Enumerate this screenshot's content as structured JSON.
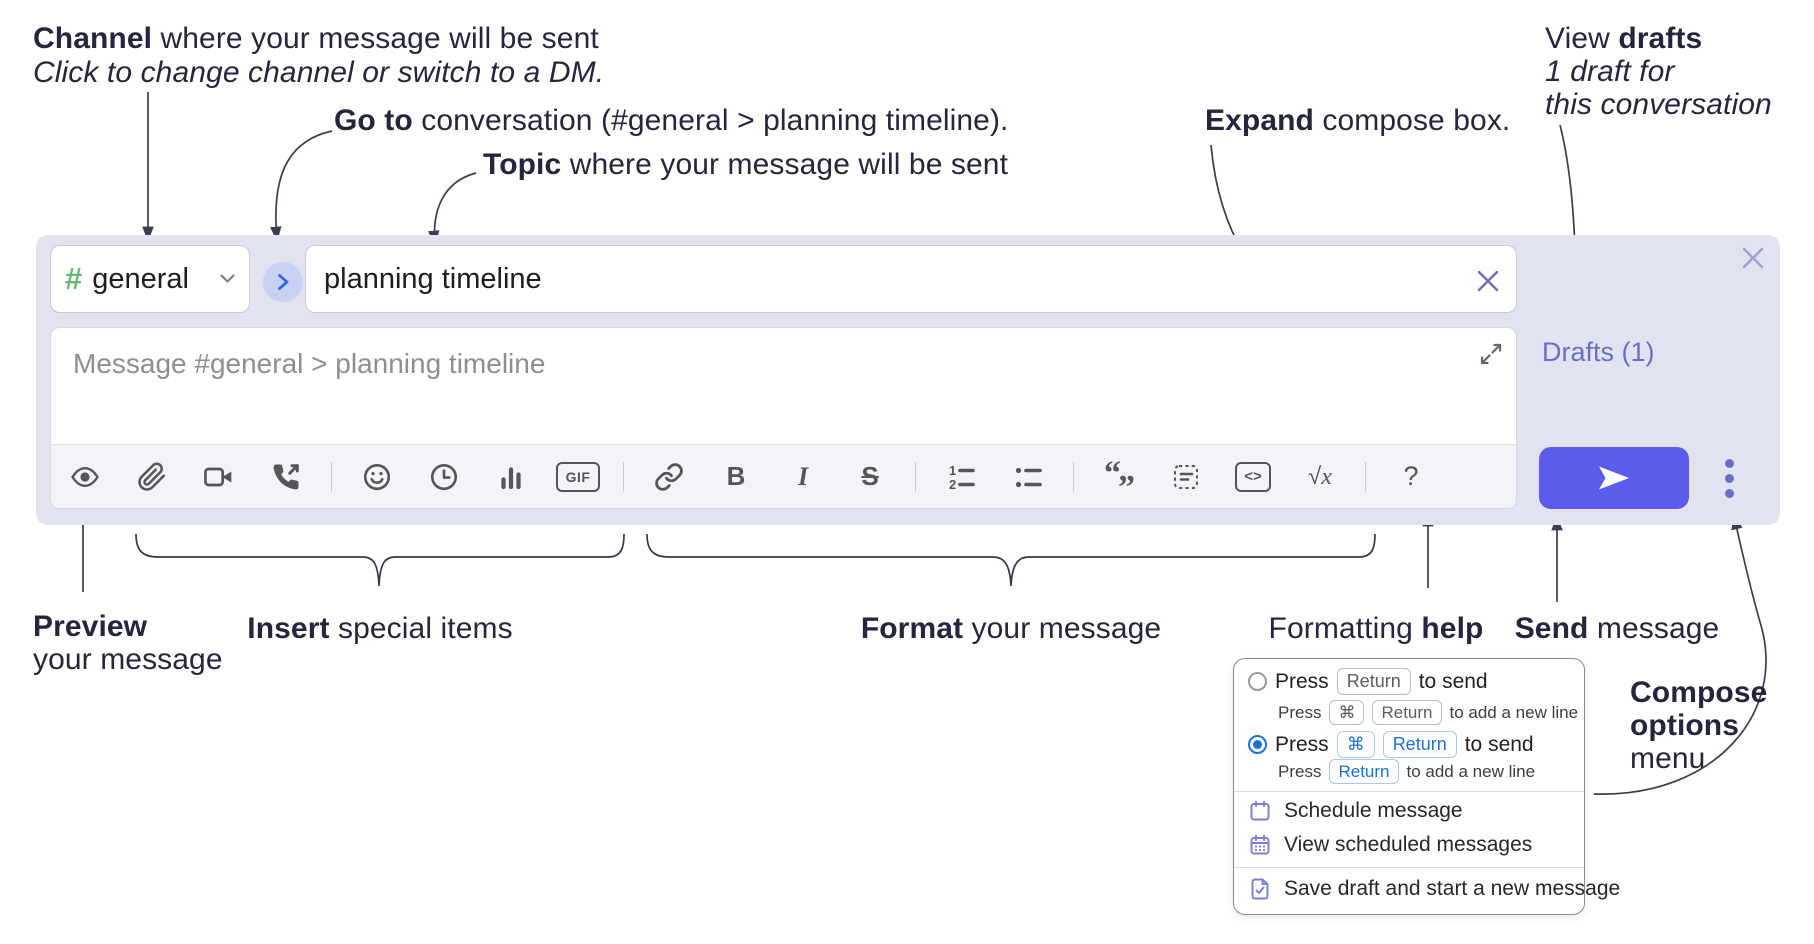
{
  "colors": {
    "panel_bg": "#e1e3f1",
    "send_button": "#5b5ceb",
    "drafts_link": "#6a6ec3",
    "hash_green": "#68b574",
    "goto_circle_bg": "#c7d0f5",
    "goto_chevron": "#3c63da",
    "radio_selected_blue": "#1e70d8",
    "kbd_blue": "#1d70d7",
    "menu_icon_purple": "#7a7ed8",
    "annotation_text": "#23263c",
    "toolbar_icon": "#54555b"
  },
  "annotations": {
    "channel": {
      "bold": "Channel",
      "rest": " where your message will be sent",
      "subtitle": "Click to change channel or switch to a DM."
    },
    "go_to": {
      "bold": "Go to",
      "rest": " conversation (#general > planning timeline)."
    },
    "topic": {
      "bold": "Topic",
      "rest": " where your message will be sent"
    },
    "expand": {
      "bold": "Expand",
      "rest": " compose box."
    },
    "view_drafts": {
      "pre": "View ",
      "bold": "drafts",
      "line2": "1 draft for",
      "line3": "this conversation"
    },
    "preview": {
      "bold": "Preview",
      "line2": "your message"
    },
    "insert": {
      "bold": "Insert",
      "rest": " special items"
    },
    "format": {
      "bold": "Format",
      "rest": " your message"
    },
    "formatting_help": {
      "pre": "Formatting ",
      "bold": "help"
    },
    "send": {
      "bold": "Send",
      "rest": " message"
    },
    "compose_options": {
      "bold_line1": "Compose",
      "bold_line2": "options",
      "line3": "menu"
    }
  },
  "compose": {
    "channel_hash": "#",
    "channel_name": "general",
    "topic_value": "planning timeline",
    "message_placeholder": "Message #general > planning timeline",
    "drafts_link": "Drafts (1)",
    "toolbar_glyphs": {
      "gif": "GIF",
      "bold": "B",
      "italic": "I",
      "strike": "S",
      "ol_1": "1",
      "ol_2": "2",
      "quote_open": "“",
      "quote_close": "”",
      "code": "<>",
      "formula_root": "√",
      "formula_var": "x",
      "help": "?"
    },
    "toolbar_icons": [
      "preview-eye",
      "attach-paperclip",
      "video-camera",
      "phone-call",
      "emoji-smiley",
      "clock",
      "bar-chart",
      "gif",
      "link",
      "bold",
      "italic",
      "strikethrough",
      "ordered-list",
      "bulleted-list",
      "blockquote",
      "code-block",
      "code",
      "formula",
      "help"
    ]
  },
  "options_menu": {
    "option_return": {
      "pre": "Press",
      "key": "Return",
      "post": "to send",
      "sub_pre": "Press",
      "sub_key1": "⌘",
      "sub_key2": "Return",
      "sub_post": "to add a new line"
    },
    "option_cmd_return": {
      "pre": "Press",
      "key1": "⌘",
      "key2": "Return",
      "post": "to send",
      "sub_pre": "Press",
      "sub_key": "Return",
      "sub_post": "to add a new line"
    },
    "items": {
      "schedule": "Schedule message",
      "view_scheduled": "View scheduled messages",
      "save_draft": "Save draft and start a new message"
    }
  }
}
